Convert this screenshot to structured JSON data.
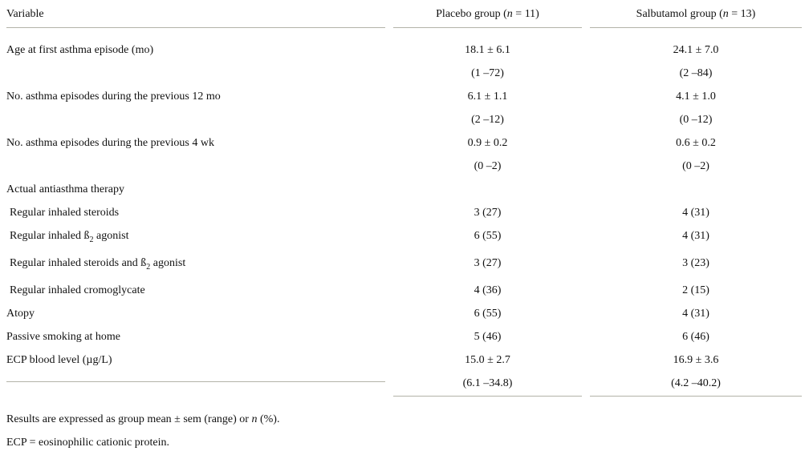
{
  "header": {
    "variable": "Variable",
    "placebo_prefix": "Placebo group (",
    "placebo_n_symbol": "n",
    "placebo_suffix": " = 11)",
    "salbutamol_prefix": "Salbutamol group (",
    "salbutamol_n_symbol": "n",
    "salbutamol_suffix": " = 13)"
  },
  "rows": {
    "age": {
      "label": "Age at first asthma episode (mo)",
      "placebo": "18.1 ± 6.1",
      "placebo_range": "(1 –72)",
      "salbutamol": "24.1 ± 7.0",
      "salbutamol_range": "(2 –84)"
    },
    "episodes_12mo": {
      "label": "No. asthma episodes during the previous 12 mo",
      "placebo": "6.1 ± 1.1",
      "placebo_range": "(2 –12)",
      "salbutamol": "4.1 ± 1.0",
      "salbutamol_range": "(0 –12)"
    },
    "episodes_4wk": {
      "label": "No. asthma episodes during the previous 4 wk",
      "placebo": "0.9 ± 0.2",
      "placebo_range": "(0 –2)",
      "salbutamol": "0.6 ± 0.2",
      "salbutamol_range": "(0 –2)"
    },
    "therapy_heading": {
      "label": "Actual antiasthma therapy"
    },
    "steroids": {
      "label": "Regular inhaled steroids",
      "placebo": "3 (27)",
      "salbutamol": "4 (31)"
    },
    "b2": {
      "label_prefix": "Regular inhaled ß",
      "label_sub": "2",
      "label_suffix": " agonist",
      "placebo": "6 (55)",
      "salbutamol": "4 (31)"
    },
    "steroids_b2": {
      "label_prefix": "Regular inhaled steroids and ß",
      "label_sub": "2",
      "label_suffix": " agonist",
      "placebo": "3 (27)",
      "salbutamol": "3 (23)"
    },
    "cromoglycate": {
      "label": "Regular inhaled cromoglycate",
      "placebo": "4 (36)",
      "salbutamol": "2 (15)"
    },
    "atopy": {
      "label": "Atopy",
      "placebo": "6 (55)",
      "salbutamol": "4 (31)"
    },
    "passive_smoking": {
      "label": "Passive smoking at home",
      "placebo": "5 (46)",
      "salbutamol": "6 (46)"
    },
    "ecp": {
      "label": "ECP blood level (µg/L)",
      "placebo": "15.0 ± 2.7",
      "placebo_range": "(6.1 –34.8)",
      "salbutamol": "16.9 ± 3.6",
      "salbutamol_range": "(4.2 –40.2)"
    }
  },
  "footnotes": {
    "results_prefix": "Results are expressed as group mean ± sem (range) or ",
    "results_n": "n",
    "results_suffix": " (%).",
    "ecp_def": "ECP = eosinophilic cationic protein."
  }
}
